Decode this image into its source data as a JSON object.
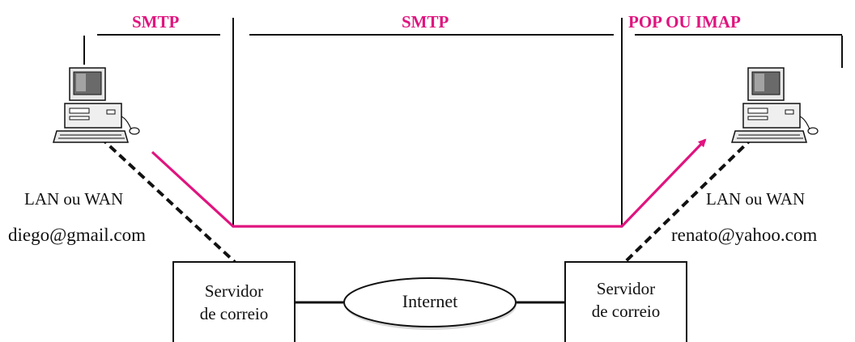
{
  "protocols": {
    "sender_to_server": "SMTP",
    "server_to_server": "SMTP",
    "server_to_receiver": "POP OU IMAP"
  },
  "sender": {
    "network": "LAN ou WAN",
    "email": "diego@gmail.com",
    "icon": "computer-icon"
  },
  "receiver": {
    "network": "LAN ou WAN",
    "email": "renato@yahoo.com",
    "icon": "computer-icon"
  },
  "servers": {
    "left": {
      "line1": "Servidor",
      "line2": "de correio"
    },
    "right": {
      "line1": "Servidor",
      "line2": "de correio"
    }
  },
  "internet": "Internet",
  "colors": {
    "path": "#e0147f",
    "protocol_label": "#e0147f",
    "lines": "#111111"
  }
}
